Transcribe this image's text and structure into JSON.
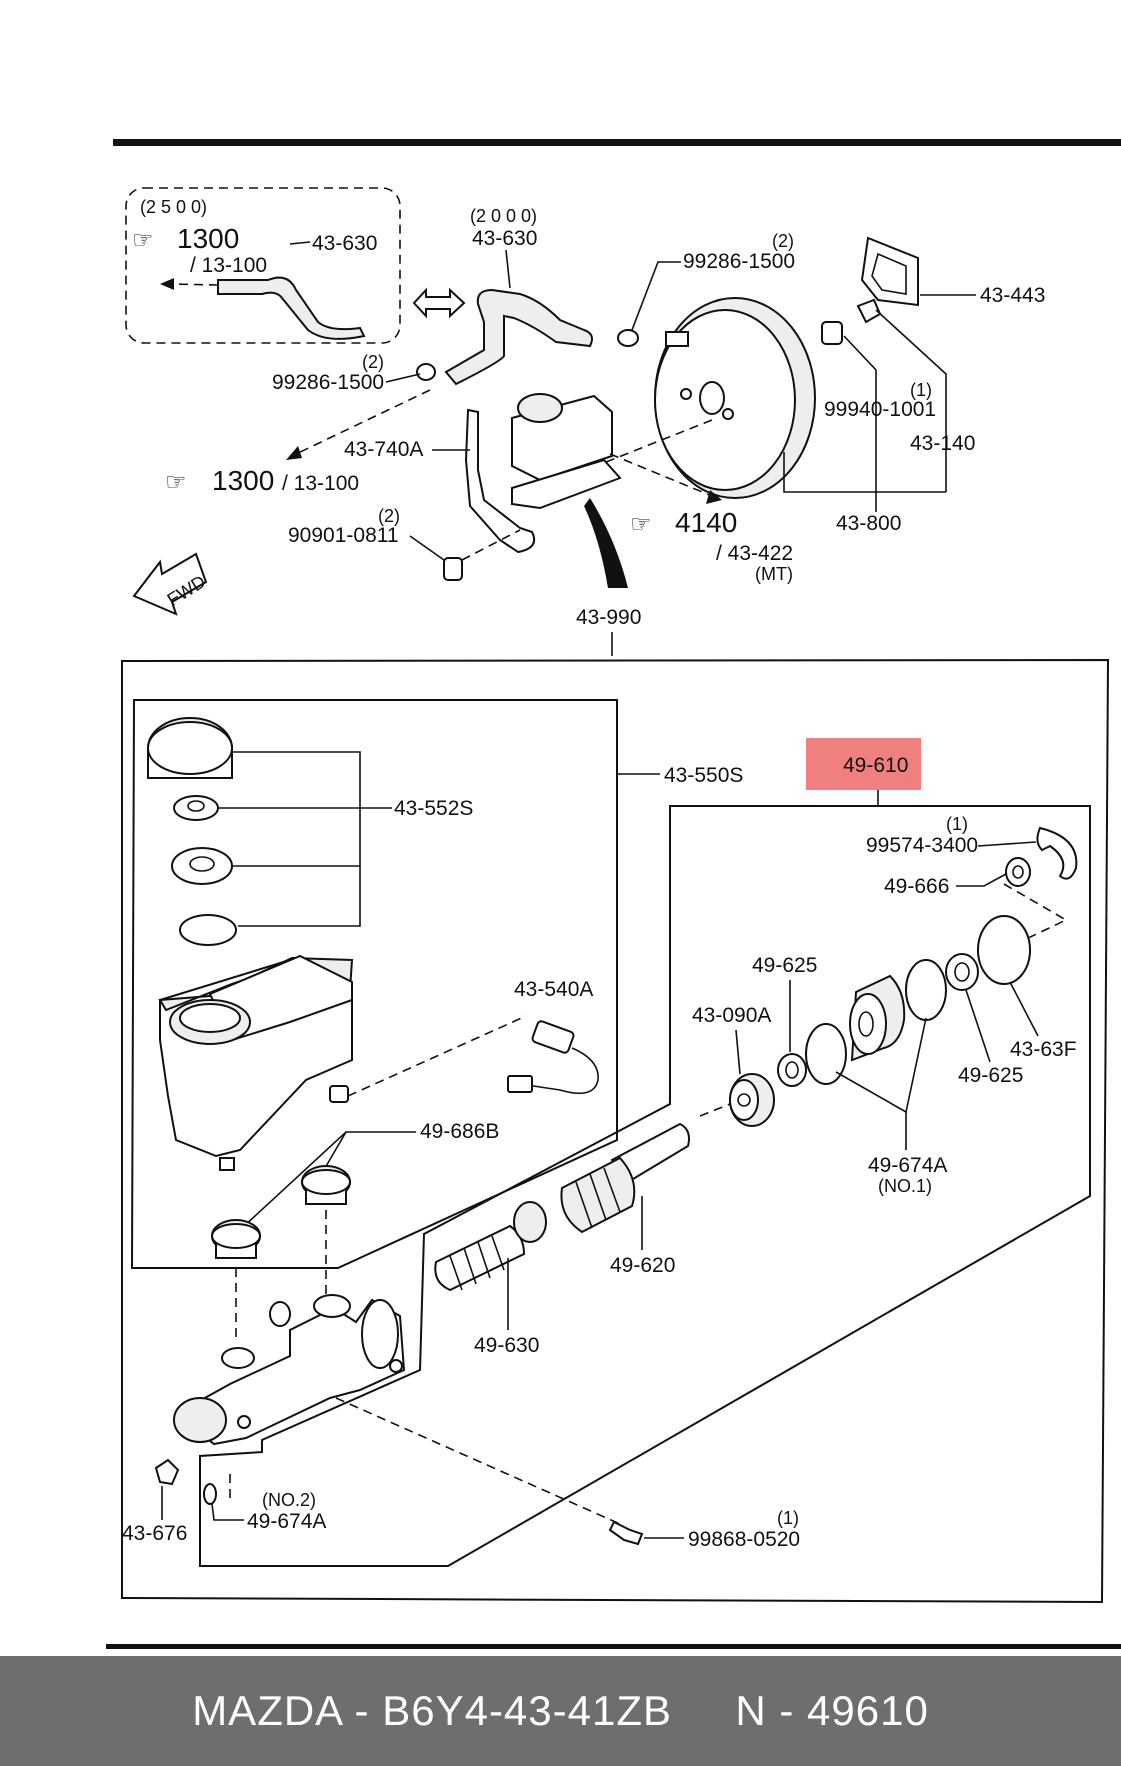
{
  "diagram": {
    "labels": {
      "qty_2500": "(2 5 0 0)",
      "ref_1300_a": "1300",
      "ref_13_100_a": "/ 13-100",
      "part_43_630_a": "43-630",
      "qty_2000": "(2 0 0 0)",
      "part_43_630_b": "43-630",
      "qty_2_a": "(2)",
      "part_99286_1500_a": "99286-1500",
      "part_43_443": "43-443",
      "qty_2_b": "(2)",
      "part_99286_1500_b": "99286-1500",
      "qty_1_a": "(1)",
      "part_99940_1001": "99940-1001",
      "part_43_740a": "43-740A",
      "part_43_140": "43-140",
      "ref_1300_b": "1300",
      "ref_13_100_b": "/ 13-100",
      "qty_2_c": "(2)",
      "part_90901_0811": "90901-0811",
      "part_43_800": "43-800",
      "ref_4140": "4140",
      "ref_43_422": "/ 43-422",
      "note_mt": "(MT)",
      "fwd": "FWD",
      "part_43_990": "43-990",
      "part_43_550s": "43-550S",
      "part_49_610": "49-610",
      "part_43_552s": "43-552S",
      "qty_1_b": "(1)",
      "part_99574_3400": "99574-3400",
      "part_49_666": "49-666",
      "part_49_625_a": "49-625",
      "part_43_540a": "43-540A",
      "part_43_090a": "43-090A",
      "part_43_63f": "43-63F",
      "part_49_625_b": "49-625",
      "part_49_686b": "49-686B",
      "part_49_674a": "49-674A",
      "note_no1": "(NO.1)",
      "part_49_620": "49-620",
      "part_49_630": "49-630",
      "note_no2": "(NO.2)",
      "part_49_674a_b": "49-674A",
      "part_43_676": "43-676",
      "qty_1_c": "(1)",
      "part_99868_0520": "99868-0520"
    }
  },
  "highlight_color": "#f08080",
  "footer": {
    "text": "MAZDA - B6Y4-43-41ZB     N - 49610",
    "background": "#6e6e6e"
  }
}
